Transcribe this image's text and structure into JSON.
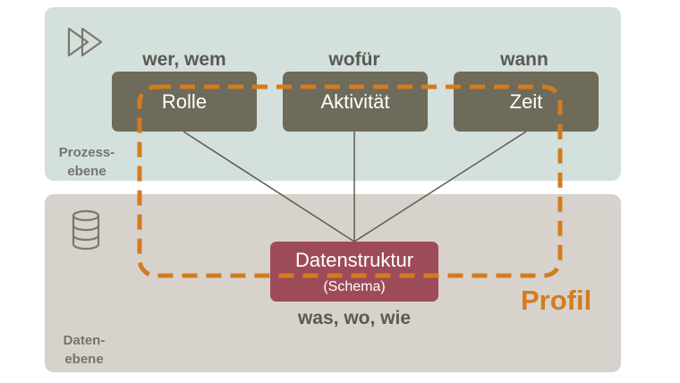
{
  "layers": {
    "process": {
      "label": "Prozess-\nebene",
      "icon": "play-forward-icon"
    },
    "data": {
      "label": "Daten-\nebene",
      "icon": "database-icon"
    }
  },
  "questions": {
    "who": "wer, wem",
    "what_for": "wofür",
    "when": "wann",
    "what_where_how": "was, wo, wie"
  },
  "nodes": {
    "role": "Rolle",
    "activity": "Aktivität",
    "time": "Zeit",
    "data_structure": {
      "title": "Datenstruktur",
      "subtitle": "(Schema)"
    }
  },
  "profile": {
    "label": "Profil"
  },
  "colors": {
    "process_layer": "#d3e0dc",
    "data_layer": "#d8d2cc",
    "process_node": "#6f6b5a",
    "data_node": "#9e4b59",
    "profile_accent": "#d27c1f"
  }
}
